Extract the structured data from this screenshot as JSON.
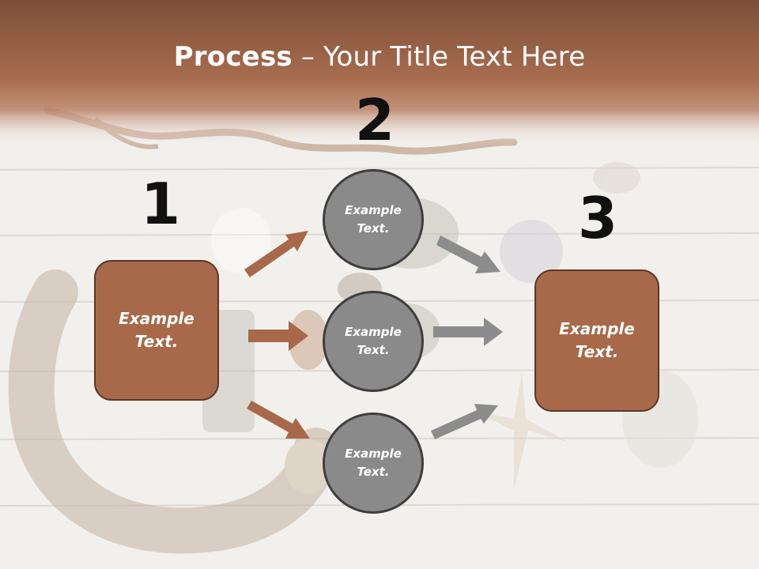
{
  "title": {
    "bold": "Process",
    "rest": " – Your Title Text Here"
  },
  "steps": {
    "one": "1",
    "two": "2",
    "three": "3"
  },
  "boxes": {
    "left": {
      "line1": "Example",
      "line2": "Text."
    },
    "right": {
      "line1": "Example",
      "line2": "Text."
    }
  },
  "circles": [
    {
      "line1": "Example",
      "line2": "Text."
    },
    {
      "line1": "Example",
      "line2": "Text."
    },
    {
      "line1": "Example",
      "line2": "Text."
    }
  ],
  "colors": {
    "header_brown": "#9a6146",
    "box_fill": "#a8694a",
    "box_border": "#5b3626",
    "circle_fill": "#8a8a8a",
    "circle_border": "#3e3e3e",
    "arrow_brown": "#a8694a",
    "arrow_gray": "#8c8c8c"
  }
}
